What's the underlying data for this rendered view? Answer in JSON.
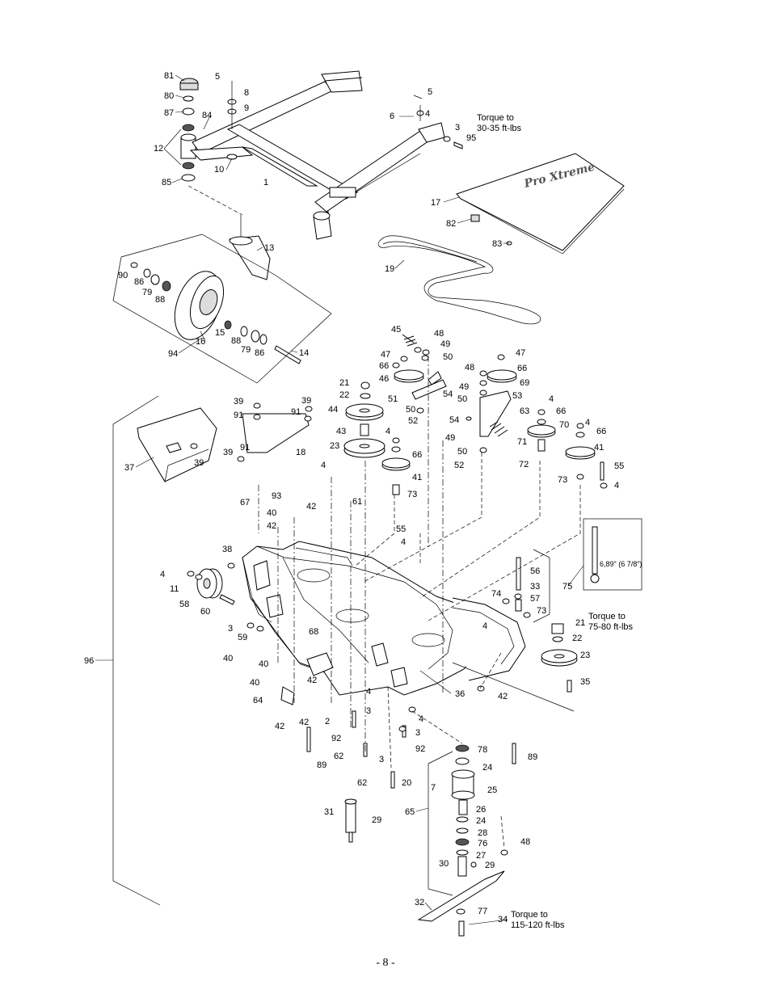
{
  "page_number": "- 8 -",
  "torque_notes": {
    "deck_bracket_line1": "Torque to",
    "deck_bracket_line2": "30-35 ft-lbs",
    "spindle_pulley_line1": "Torque to",
    "spindle_pulley_line2": "75-80 ft-lbs",
    "blade_bolt_line1": "Torque to",
    "blade_bolt_line2": "115-120 ft-lbs"
  },
  "height_note": "6,89\" (6 7/8\")",
  "callouts": [
    {
      "id": "c81",
      "text": "81"
    },
    {
      "id": "c80",
      "text": "80"
    },
    {
      "id": "c87",
      "text": "87"
    },
    {
      "id": "c84",
      "text": "84"
    },
    {
      "id": "c5a",
      "text": "5"
    },
    {
      "id": "c8",
      "text": "8"
    },
    {
      "id": "c9",
      "text": "9"
    },
    {
      "id": "c12",
      "text": "12"
    },
    {
      "id": "c10",
      "text": "10"
    },
    {
      "id": "c85",
      "text": "85"
    },
    {
      "id": "c1",
      "text": "1"
    },
    {
      "id": "c5b",
      "text": "5"
    },
    {
      "id": "c6",
      "text": "6"
    },
    {
      "id": "c4a",
      "text": "4"
    },
    {
      "id": "c3a",
      "text": "3"
    },
    {
      "id": "c95",
      "text": "95"
    },
    {
      "id": "c17",
      "text": "17"
    },
    {
      "id": "c82",
      "text": "82"
    },
    {
      "id": "c83",
      "text": "83"
    },
    {
      "id": "c13",
      "text": "13"
    },
    {
      "id": "c90",
      "text": "90"
    },
    {
      "id": "c86a",
      "text": "86"
    },
    {
      "id": "c79a",
      "text": "79"
    },
    {
      "id": "c88a",
      "text": "88"
    },
    {
      "id": "c19",
      "text": "19"
    },
    {
      "id": "c15",
      "text": "15"
    },
    {
      "id": "c88b",
      "text": "88"
    },
    {
      "id": "c16",
      "text": "16"
    },
    {
      "id": "c79b",
      "text": "79"
    },
    {
      "id": "c86b",
      "text": "86"
    },
    {
      "id": "c14",
      "text": "14"
    },
    {
      "id": "c94",
      "text": "94"
    },
    {
      "id": "c45",
      "text": "45"
    },
    {
      "id": "c48a",
      "text": "48"
    },
    {
      "id": "c49a",
      "text": "49"
    },
    {
      "id": "c47a",
      "text": "47"
    },
    {
      "id": "c50a",
      "text": "50"
    },
    {
      "id": "c66a",
      "text": "66"
    },
    {
      "id": "c46",
      "text": "46"
    },
    {
      "id": "c47b",
      "text": "47"
    },
    {
      "id": "c66b",
      "text": "66"
    },
    {
      "id": "c48b",
      "text": "48"
    },
    {
      "id": "c69",
      "text": "69"
    },
    {
      "id": "c49b",
      "text": "49"
    },
    {
      "id": "c51",
      "text": "51"
    },
    {
      "id": "c54a",
      "text": "54"
    },
    {
      "id": "c50b",
      "text": "50"
    },
    {
      "id": "c53",
      "text": "53"
    },
    {
      "id": "c21a",
      "text": "21"
    },
    {
      "id": "c22a",
      "text": "22"
    },
    {
      "id": "c39a",
      "text": "39"
    },
    {
      "id": "c39b",
      "text": "39"
    },
    {
      "id": "c91a",
      "text": "91"
    },
    {
      "id": "c91b",
      "text": "91"
    },
    {
      "id": "c44",
      "text": "44"
    },
    {
      "id": "c50c",
      "text": "50"
    },
    {
      "id": "c52a",
      "text": "52"
    },
    {
      "id": "c54b",
      "text": "54"
    },
    {
      "id": "c63",
      "text": "63"
    },
    {
      "id": "c4b",
      "text": "4"
    },
    {
      "id": "c66c",
      "text": "66"
    },
    {
      "id": "c43",
      "text": "43"
    },
    {
      "id": "c4c",
      "text": "4"
    },
    {
      "id": "c49c",
      "text": "49"
    },
    {
      "id": "c70",
      "text": "70"
    },
    {
      "id": "c4d",
      "text": "4"
    },
    {
      "id": "c66d",
      "text": "66"
    },
    {
      "id": "c18",
      "text": "18"
    },
    {
      "id": "c23a",
      "text": "23"
    },
    {
      "id": "c66e",
      "text": "66"
    },
    {
      "id": "c71",
      "text": "71"
    },
    {
      "id": "c41a",
      "text": "41"
    },
    {
      "id": "c37",
      "text": "37"
    },
    {
      "id": "c39c",
      "text": "39"
    },
    {
      "id": "c39d",
      "text": "39"
    },
    {
      "id": "c91c",
      "text": "91"
    },
    {
      "id": "c50d",
      "text": "50"
    },
    {
      "id": "c41b",
      "text": "41"
    },
    {
      "id": "c52b",
      "text": "52"
    },
    {
      "id": "c72",
      "text": "72"
    },
    {
      "id": "c55a",
      "text": "55"
    },
    {
      "id": "c4e",
      "text": "4"
    },
    {
      "id": "c73a",
      "text": "73"
    },
    {
      "id": "c4f",
      "text": "4"
    },
    {
      "id": "c93",
      "text": "93"
    },
    {
      "id": "c61",
      "text": "61"
    },
    {
      "id": "c73b",
      "text": "73"
    },
    {
      "id": "c42a",
      "text": "42"
    },
    {
      "id": "c67",
      "text": "67"
    },
    {
      "id": "c40a",
      "text": "40"
    },
    {
      "id": "c42b",
      "text": "42"
    },
    {
      "id": "c55b",
      "text": "55"
    },
    {
      "id": "c4g",
      "text": "4"
    },
    {
      "id": "c38",
      "text": "38"
    },
    {
      "id": "c56",
      "text": "56"
    },
    {
      "id": "c4h",
      "text": "4"
    },
    {
      "id": "c33",
      "text": "33"
    },
    {
      "id": "c75",
      "text": "75"
    },
    {
      "id": "c11",
      "text": "11"
    },
    {
      "id": "c74",
      "text": "74"
    },
    {
      "id": "c57",
      "text": "57"
    },
    {
      "id": "c58",
      "text": "58"
    },
    {
      "id": "c60",
      "text": "60"
    },
    {
      "id": "c73c",
      "text": "73"
    },
    {
      "id": "c21b",
      "text": "21"
    },
    {
      "id": "c68",
      "text": "68"
    },
    {
      "id": "c3b",
      "text": "3"
    },
    {
      "id": "c4i",
      "text": "4"
    },
    {
      "id": "c59",
      "text": "59"
    },
    {
      "id": "c22b",
      "text": "22"
    },
    {
      "id": "c96",
      "text": "96"
    },
    {
      "id": "c40b",
      "text": "40"
    },
    {
      "id": "c40c",
      "text": "40"
    },
    {
      "id": "c23b",
      "text": "23"
    },
    {
      "id": "c42c",
      "text": "42"
    },
    {
      "id": "c35",
      "text": "35"
    },
    {
      "id": "c40d",
      "text": "40"
    },
    {
      "id": "c36",
      "text": "36"
    },
    {
      "id": "c42d",
      "text": "42"
    },
    {
      "id": "c64",
      "text": "64"
    },
    {
      "id": "c4j",
      "text": "4"
    },
    {
      "id": "c3c",
      "text": "3"
    },
    {
      "id": "c42e",
      "text": "42"
    },
    {
      "id": "c2",
      "text": "2"
    },
    {
      "id": "c4k",
      "text": "4"
    },
    {
      "id": "c42f",
      "text": "42"
    },
    {
      "id": "c92a",
      "text": "92"
    },
    {
      "id": "c3d",
      "text": "3"
    },
    {
      "id": "c89a",
      "text": "89"
    },
    {
      "id": "c92b",
      "text": "92"
    },
    {
      "id": "c62a",
      "text": "62"
    },
    {
      "id": "c78",
      "text": "78"
    },
    {
      "id": "c89b",
      "text": "89"
    },
    {
      "id": "c3e",
      "text": "3"
    },
    {
      "id": "c24a",
      "text": "24"
    },
    {
      "id": "c62b",
      "text": "62"
    },
    {
      "id": "c20",
      "text": "20"
    },
    {
      "id": "c7",
      "text": "7"
    },
    {
      "id": "c25",
      "text": "25"
    },
    {
      "id": "c31",
      "text": "31"
    },
    {
      "id": "c29a",
      "text": "29"
    },
    {
      "id": "c65",
      "text": "65"
    },
    {
      "id": "c26",
      "text": "26"
    },
    {
      "id": "c24b",
      "text": "24"
    },
    {
      "id": "c28",
      "text": "28"
    },
    {
      "id": "c48c",
      "text": "48"
    },
    {
      "id": "c76",
      "text": "76"
    },
    {
      "id": "c27",
      "text": "27"
    },
    {
      "id": "c30",
      "text": "30"
    },
    {
      "id": "c29b",
      "text": "29"
    },
    {
      "id": "c32",
      "text": "32"
    },
    {
      "id": "c77",
      "text": "77"
    },
    {
      "id": "c34",
      "text": "34"
    }
  ]
}
